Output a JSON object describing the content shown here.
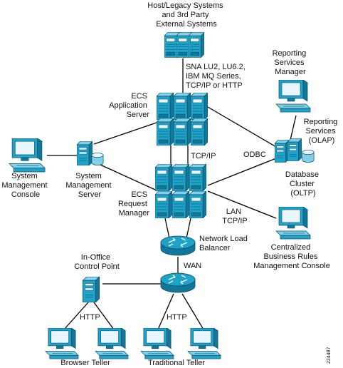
{
  "colors": {
    "device_face": "#1fa3c9",
    "device_dark": "#13779a",
    "device_light": "#7fd0e8",
    "screen": "#e8f6fb",
    "line": "#000000"
  },
  "labels": {
    "host": [
      "Host/Legacy Systems",
      "and 3rd Party",
      "External Systems"
    ],
    "protocols": [
      "SNA LU2, LU6.2,",
      "IBM MQ Series,",
      "TCP/IP or HTTP"
    ],
    "app_server": [
      "ECS",
      "Application",
      "Server"
    ],
    "reporting_manager": [
      "Reporting",
      "Services",
      "Manager"
    ],
    "reporting_olap": [
      "Reporting",
      "Services",
      "(OLAP)"
    ],
    "odbc": "ODBC",
    "tcpip": "TCP/IP",
    "db_cluster": [
      "Database",
      "Cluster",
      "(OLTP)"
    ],
    "sys_console": [
      "System",
      "Management",
      "Console"
    ],
    "sys_server": [
      "System",
      "Management",
      "Server"
    ],
    "request_manager": [
      "ECS",
      "Request",
      "Manager"
    ],
    "lan": [
      "LAN",
      "TCP/IP"
    ],
    "business_rules": [
      "Centralized",
      "Business Rules",
      "Management Console"
    ],
    "load_balancer": [
      "Network Load",
      "Balancer"
    ],
    "in_office": [
      "In-Office",
      "Control Point"
    ],
    "wan": "WAN",
    "http_left": "HTTP",
    "http_right": "HTTP",
    "browser_teller": "Browser Teller",
    "traditional_teller": "Traditional Teller",
    "figure_id": "224487"
  },
  "icons": [
    "mainframe-host-icon",
    "server-rack-icon",
    "workstation-icon",
    "router-icon",
    "database-server-icon"
  ]
}
